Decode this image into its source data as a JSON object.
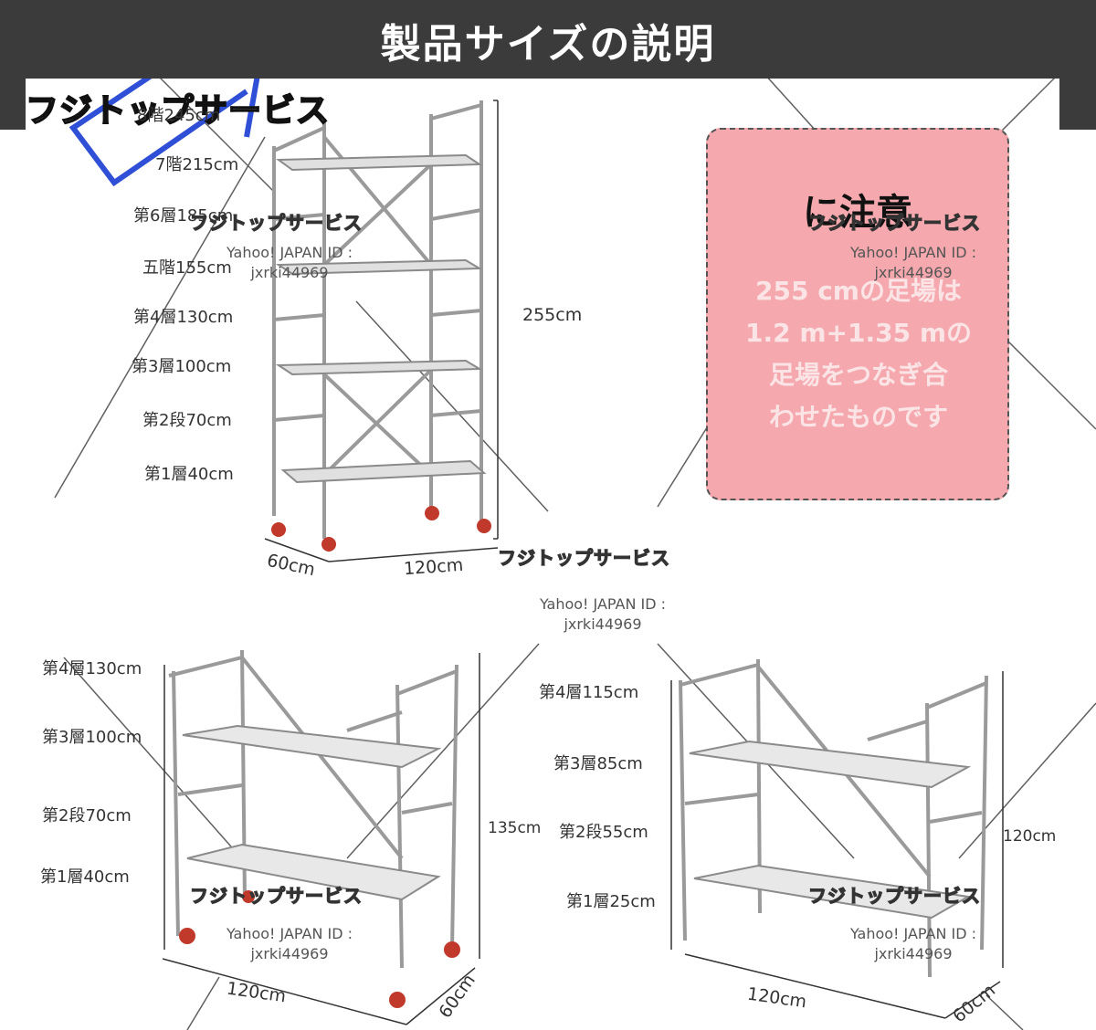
{
  "header": {
    "title": "製品サイズの説明"
  },
  "brand": {
    "name": "フジトップサービス"
  },
  "watermark": {
    "brand": "フジトップサービス",
    "yahoo_line1": "Yahoo! JAPAN ID :",
    "yahoo_line2": "jxrki44969"
  },
  "scaffold_large": {
    "levels": [
      "8階245cm",
      "7階215cm",
      "第6層185cm",
      "五階155cm",
      "第4層130cm",
      "第3層100cm",
      "第2段70cm",
      "第1層40cm"
    ],
    "height": "255cm",
    "depth": "60cm",
    "width": "120cm"
  },
  "notice": {
    "heading": "に注意",
    "lines": [
      "255 cmの足場は",
      "1.2 m+1.35 mの",
      "足場をつなぎ合",
      "わせたものです"
    ]
  },
  "scaffold_135": {
    "levels": [
      "第4層130cm",
      "第3層100cm",
      "第2段70cm",
      "第1層40cm"
    ],
    "height": "135cm",
    "width": "120cm",
    "depth": "60cm"
  },
  "scaffold_120": {
    "levels": [
      "第4層115cm",
      "第3層85cm",
      "第2段55cm",
      "第1層25cm"
    ],
    "height": "120cm",
    "width": "120cm",
    "depth": "60cm"
  },
  "colors": {
    "header_bg": "#3b3b3b",
    "notice_bg": "#f5a9ae",
    "wheel": "#c0392b",
    "logo_blue": "#2f4fd6"
  }
}
